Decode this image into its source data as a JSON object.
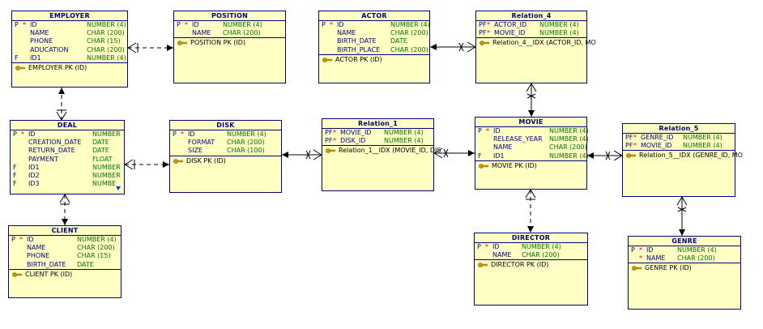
{
  "entities": {
    "employer": {
      "title": "EMPLOYER",
      "columns": [
        {
          "flag": "P",
          "star": "*",
          "name": "ID",
          "type": "NUMBER (4)"
        },
        {
          "flag": "",
          "star": "",
          "name": "NAME",
          "type": "CHAR (200)"
        },
        {
          "flag": "",
          "star": "",
          "name": "PHONE",
          "type": "CHAR (15)"
        },
        {
          "flag": "",
          "star": "",
          "name": "ADUCATION",
          "type": "CHAR (200)"
        },
        {
          "flag": "F",
          "star": "",
          "name": "ID1",
          "type": "NUMBER (4)"
        }
      ],
      "keys": [
        "EMPLOYER PK (ID)"
      ]
    },
    "position": {
      "title": "POSITION",
      "columns": [
        {
          "flag": "P",
          "star": "*",
          "name": "ID",
          "type": "NUMBER (4)"
        },
        {
          "flag": "",
          "star": "",
          "name": "NAME",
          "type": "CHAR (200)"
        }
      ],
      "keys": [
        "POSITION PK (ID)"
      ]
    },
    "actor": {
      "title": "ACTOR",
      "columns": [
        {
          "flag": "P",
          "star": "*",
          "name": "ID",
          "type": "NUMBER (4)"
        },
        {
          "flag": "",
          "star": "",
          "name": "NAME",
          "type": "CHAR (200)"
        },
        {
          "flag": "",
          "star": "",
          "name": "BIRTH_DATE",
          "type": "DATE"
        },
        {
          "flag": "",
          "star": "",
          "name": "BIRTH_PLACE",
          "type": "CHAR (200)"
        }
      ],
      "keys": [
        "ACTOR PK (ID)"
      ]
    },
    "relation4": {
      "title": "Relation_4",
      "columns": [
        {
          "flag": "PF",
          "star": "*",
          "name": "ACTOR_ID",
          "type": "NUMBER (4)"
        },
        {
          "flag": "PF",
          "star": "*",
          "name": "MOVIE_ID",
          "type": "NUMBER (4)"
        }
      ],
      "keys": [
        "Relation_4__IDX (ACTOR_ID, MO"
      ]
    },
    "deal": {
      "title": "DEAL",
      "columns": [
        {
          "flag": "P",
          "star": "*",
          "name": "ID",
          "type": "NUMBER"
        },
        {
          "flag": "",
          "star": "",
          "name": "CREATION_DATE",
          "type": "DATE"
        },
        {
          "flag": "",
          "star": "",
          "name": "RETURN_DATE",
          "type": "DATE"
        },
        {
          "flag": "",
          "star": "",
          "name": "PAYMENT",
          "type": "FLOAT"
        },
        {
          "flag": "F",
          "star": "",
          "name": "ID1",
          "type": "NUMBER"
        },
        {
          "flag": "F",
          "star": "",
          "name": "ID2",
          "type": "NUMBER"
        },
        {
          "flag": "F",
          "star": "",
          "name": "ID3",
          "type": "NUMBE"
        }
      ],
      "keys": []
    },
    "disk": {
      "title": "DISK",
      "columns": [
        {
          "flag": "P",
          "star": "*",
          "name": "ID",
          "type": "NUMBER (4)"
        },
        {
          "flag": "",
          "star": "",
          "name": "FORMAT",
          "type": "CHAR (200)"
        },
        {
          "flag": "",
          "star": "",
          "name": "SIZE",
          "type": "CHAR (100)"
        }
      ],
      "keys": [
        "DISK PK (ID)"
      ]
    },
    "relation1": {
      "title": "Relation_1",
      "columns": [
        {
          "flag": "PF",
          "star": "*",
          "name": "MOVIE_ID",
          "type": "NUMBER (4)"
        },
        {
          "flag": "PF",
          "star": "*",
          "name": "DISK_ID",
          "type": "NUMBER (4)"
        }
      ],
      "keys": [
        "Relation_1__IDX (MOVIE_ID, DIS"
      ]
    },
    "movie": {
      "title": "MOVIE",
      "columns": [
        {
          "flag": "P",
          "star": "*",
          "name": "ID",
          "type": "NUMBER (4)"
        },
        {
          "flag": "",
          "star": "",
          "name": "RELEASE_YEAR",
          "type": "NUMBER (4)"
        },
        {
          "flag": "",
          "star": "",
          "name": "NAME",
          "type": "CHAR (200)"
        },
        {
          "flag": "F",
          "star": "",
          "name": "ID1",
          "type": "NUMBER (4)"
        }
      ],
      "keys": [
        "MOVIE PK (ID)"
      ]
    },
    "relation5": {
      "title": "Relation_5",
      "columns": [
        {
          "flag": "PF",
          "star": "*",
          "name": "GENRE_ID",
          "type": "NUMBER (4)"
        },
        {
          "flag": "PF",
          "star": "*",
          "name": "MOVIE_ID",
          "type": "NUMBER (4)"
        }
      ],
      "keys": [
        "Relation_5__IDX (GENRE_ID, MO"
      ]
    },
    "client": {
      "title": "CLIENT",
      "columns": [
        {
          "flag": "P",
          "star": "*",
          "name": "ID",
          "type": "NUMBER (4)"
        },
        {
          "flag": "",
          "star": "",
          "name": "NAME",
          "type": "CHAR (200)"
        },
        {
          "flag": "",
          "star": "",
          "name": "PHONE",
          "type": "CHAR (15)"
        },
        {
          "flag": "",
          "star": "",
          "name": "BIRTH_DATE",
          "type": "DATE"
        }
      ],
      "keys": [
        "CLIENT PK (ID)"
      ]
    },
    "director": {
      "title": "DIRECTOR",
      "columns": [
        {
          "flag": "P",
          "star": "*",
          "name": "ID",
          "type": "NUMBER (4)"
        },
        {
          "flag": "",
          "star": "",
          "name": "NAME",
          "type": "CHAR (200)"
        }
      ],
      "keys": [
        "DIRECTOR PK (ID)"
      ]
    },
    "genre": {
      "title": "GENRE",
      "columns": [
        {
          "flag": "P",
          "star": "*",
          "name": "ID",
          "type": "NUMBER (4)"
        },
        {
          "flag": "",
          "star": "*",
          "name": "NAME",
          "type": "CHAR (200)"
        }
      ],
      "keys": [
        "GENRE PK (ID)"
      ]
    }
  },
  "colors": {
    "entity_fill": "#ffffc4",
    "entity_border": "#000080",
    "column_name": "#000080",
    "column_type": "#007700",
    "mandatory_star": "#e00000",
    "connector": "#000000"
  }
}
